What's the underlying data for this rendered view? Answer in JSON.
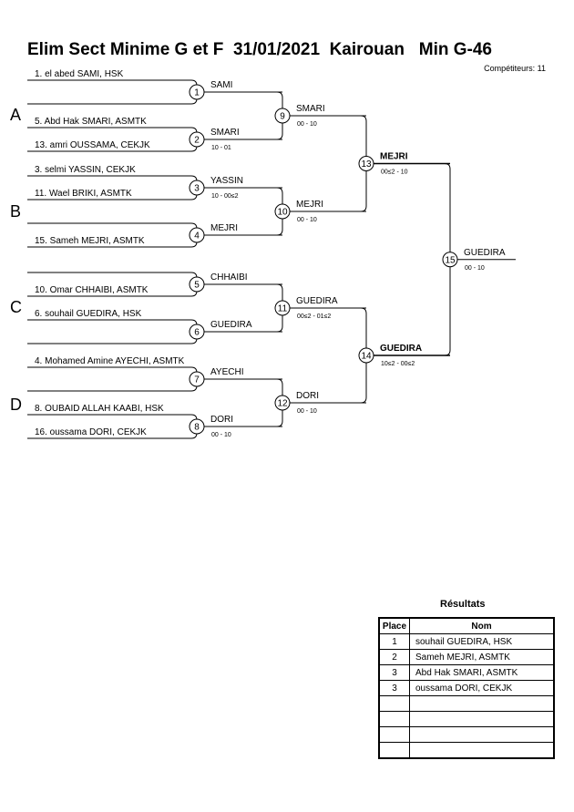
{
  "header": {
    "title": "Elim Sect Minime G et F  31/01/2021  Kairouan   Min G-46",
    "competitors": "Compétiteurs: 11"
  },
  "pools": [
    "A",
    "B",
    "C",
    "D"
  ],
  "entrants": [
    "1. el abed SAMI, HSK",
    "",
    "5. Abd Hak SMARI, ASMTK",
    "13. amri OUSSAMA, CEKJK",
    "3. selmi YASSIN, CEKJK",
    "11. Wael BRIKI, ASMTK",
    "",
    "15. Sameh MEJRI, ASMTK",
    "",
    "10. Omar CHHAIBI, ASMTK",
    "6. souhail GUEDIRA, HSK",
    "",
    "4. Mohamed Amine AYECHI, ASMTK",
    "",
    "8. OUBAID ALLAH KAABI, HSK",
    "16. oussama DORI, CEKJK"
  ],
  "rounds": [
    [
      {
        "num": "1",
        "winner": "SAMI",
        "score": ""
      },
      {
        "num": "2",
        "winner": "SMARI",
        "score": "10 - 01"
      },
      {
        "num": "3",
        "winner": "YASSIN",
        "score": "10 - 00≤2"
      },
      {
        "num": "4",
        "winner": "MEJRI",
        "score": ""
      },
      {
        "num": "5",
        "winner": "CHHAIBI",
        "score": ""
      },
      {
        "num": "6",
        "winner": "GUEDIRA",
        "score": ""
      },
      {
        "num": "7",
        "winner": "AYECHI",
        "score": ""
      },
      {
        "num": "8",
        "winner": "DORI",
        "score": "00 - 10"
      }
    ],
    [
      {
        "num": "9",
        "winner": "SMARI",
        "score": "00 - 10"
      },
      {
        "num": "10",
        "winner": "MEJRI",
        "score": "00 - 10"
      },
      {
        "num": "11",
        "winner": "GUEDIRA",
        "score": "00≤2 - 01≤2"
      },
      {
        "num": "12",
        "winner": "DORI",
        "score": "00 - 10"
      }
    ],
    [
      {
        "num": "13",
        "winner": "MEJRI",
        "score": "00≤2 - 10"
      },
      {
        "num": "14",
        "winner": "GUEDIRA",
        "score": "10≤2 - 00≤2"
      }
    ],
    [
      {
        "num": "15",
        "winner": "GUEDIRA",
        "score": "00 - 10"
      }
    ]
  ],
  "results": {
    "title": "Résultats",
    "headers": {
      "place": "Place",
      "name": "Nom"
    },
    "rows": [
      {
        "place": "1",
        "name": "souhail GUEDIRA, HSK"
      },
      {
        "place": "2",
        "name": "Sameh MEJRI, ASMTK"
      },
      {
        "place": "3",
        "name": "Abd Hak SMARI, ASMTK"
      },
      {
        "place": "3",
        "name": "oussama DORI, CEKJK"
      },
      {
        "place": "",
        "name": ""
      },
      {
        "place": "",
        "name": ""
      },
      {
        "place": "",
        "name": ""
      },
      {
        "place": "",
        "name": ""
      }
    ]
  }
}
